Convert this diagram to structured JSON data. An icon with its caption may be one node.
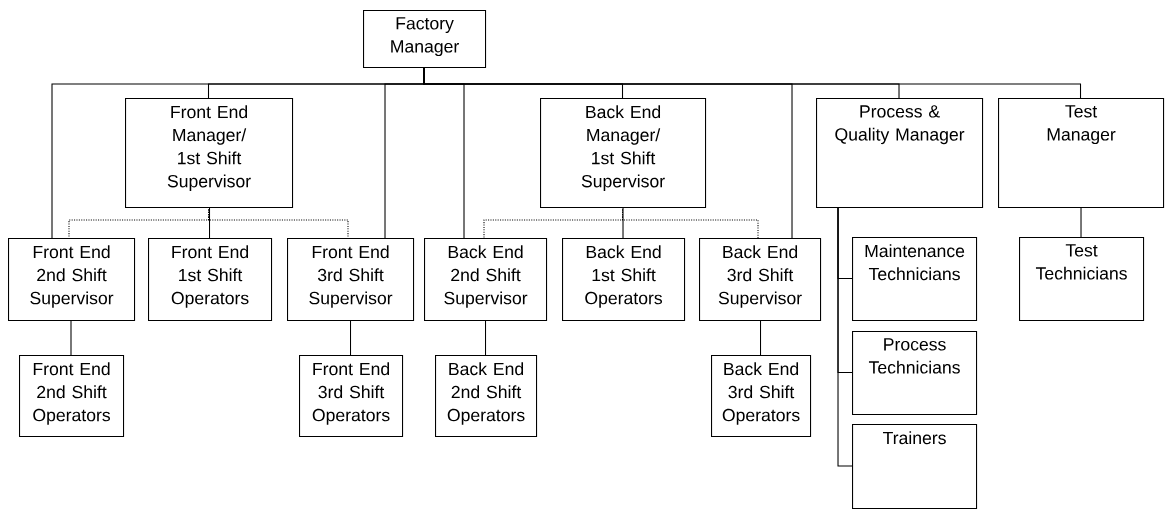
{
  "diagram": {
    "nodes": [
      {
        "text": [
          "Factory Manager"
        ]
      },
      {
        "text": [
          "Front End Manager/ 1st Shift Supervisor"
        ]
      },
      {
        "text": [
          "Front End 2nd Shift Supervisor"
        ]
      },
      {
        "text": [
          "Front End 1st Shift Operators"
        ]
      },
      {
        "text": [
          "Front End 3rd Shift Supervisor"
        ]
      },
      {
        "text": [
          "Front End 2nd Shift Operators"
        ]
      },
      {
        "text": [
          "Front End 3rd Shift Operators"
        ]
      },
      {
        "text": [
          "Back End Manager/ 1st Shift Supervisor"
        ]
      },
      {
        "text": [
          "Back End 2nd Shift Supervisor"
        ]
      },
      {
        "text": [
          "Back End 1st Shift Operators"
        ]
      },
      {
        "text": [
          "Back End 3rd Shift Supervisor"
        ]
      },
      {
        "text": [
          "Back End 2nd Shift Operators"
        ]
      },
      {
        "text": [
          "Back End 3rd Shift Operators"
        ]
      },
      {
        "text": [
          "Process & Quality Manager"
        ]
      },
      {
        "text": [
          "Test Manager"
        ]
      },
      {
        "text": [
          "Maintenance Technicians"
        ]
      },
      {
        "text": [
          "Process Technicians"
        ]
      },
      {
        "text": [
          "Trainers"
        ]
      },
      {
        "text": [
          "Test Technicians"
        ]
      }
    ],
    "edges": [
      {
        "from": 0,
        "to": 2,
        "arrow": "none"
      },
      {
        "from": 0,
        "to": 1,
        "arrow": "none"
      },
      {
        "from": 0,
        "to": 4,
        "arrow": "none"
      },
      {
        "from": 0,
        "to": 8,
        "arrow": "none"
      },
      {
        "from": 0,
        "to": 7,
        "arrow": "none"
      },
      {
        "from": 0,
        "to": 10,
        "arrow": "none"
      },
      {
        "from": 0,
        "to": 13,
        "arrow": "none"
      },
      {
        "from": 0,
        "to": 14,
        "arrow": "none"
      },
      {
        "from": 1,
        "to": 2,
        "arrow": "none",
        "style": "dashed"
      },
      {
        "from": 1,
        "to": 3,
        "arrow": "none"
      },
      {
        "from": 1,
        "to": 4,
        "arrow": "none",
        "style": "dashed"
      },
      {
        "from": 2,
        "to": 5,
        "arrow": "none"
      },
      {
        "from": 4,
        "to": 6,
        "arrow": "none"
      },
      {
        "from": 7,
        "to": 8,
        "arrow": "none",
        "style": "dashed"
      },
      {
        "from": 7,
        "to": 9,
        "arrow": "none"
      },
      {
        "from": 7,
        "to": 10,
        "arrow": "none",
        "style": "dashed"
      },
      {
        "from": 8,
        "to": 11,
        "arrow": "none"
      },
      {
        "from": 10,
        "to": 12,
        "arrow": "none"
      },
      {
        "from": 13,
        "to": 15,
        "arrow": "none"
      },
      {
        "from": 13,
        "to": 16,
        "arrow": "none"
      },
      {
        "from": 13,
        "to": 17,
        "arrow": "none"
      },
      {
        "from": 14,
        "to": 18,
        "arrow": "none"
      }
    ]
  }
}
